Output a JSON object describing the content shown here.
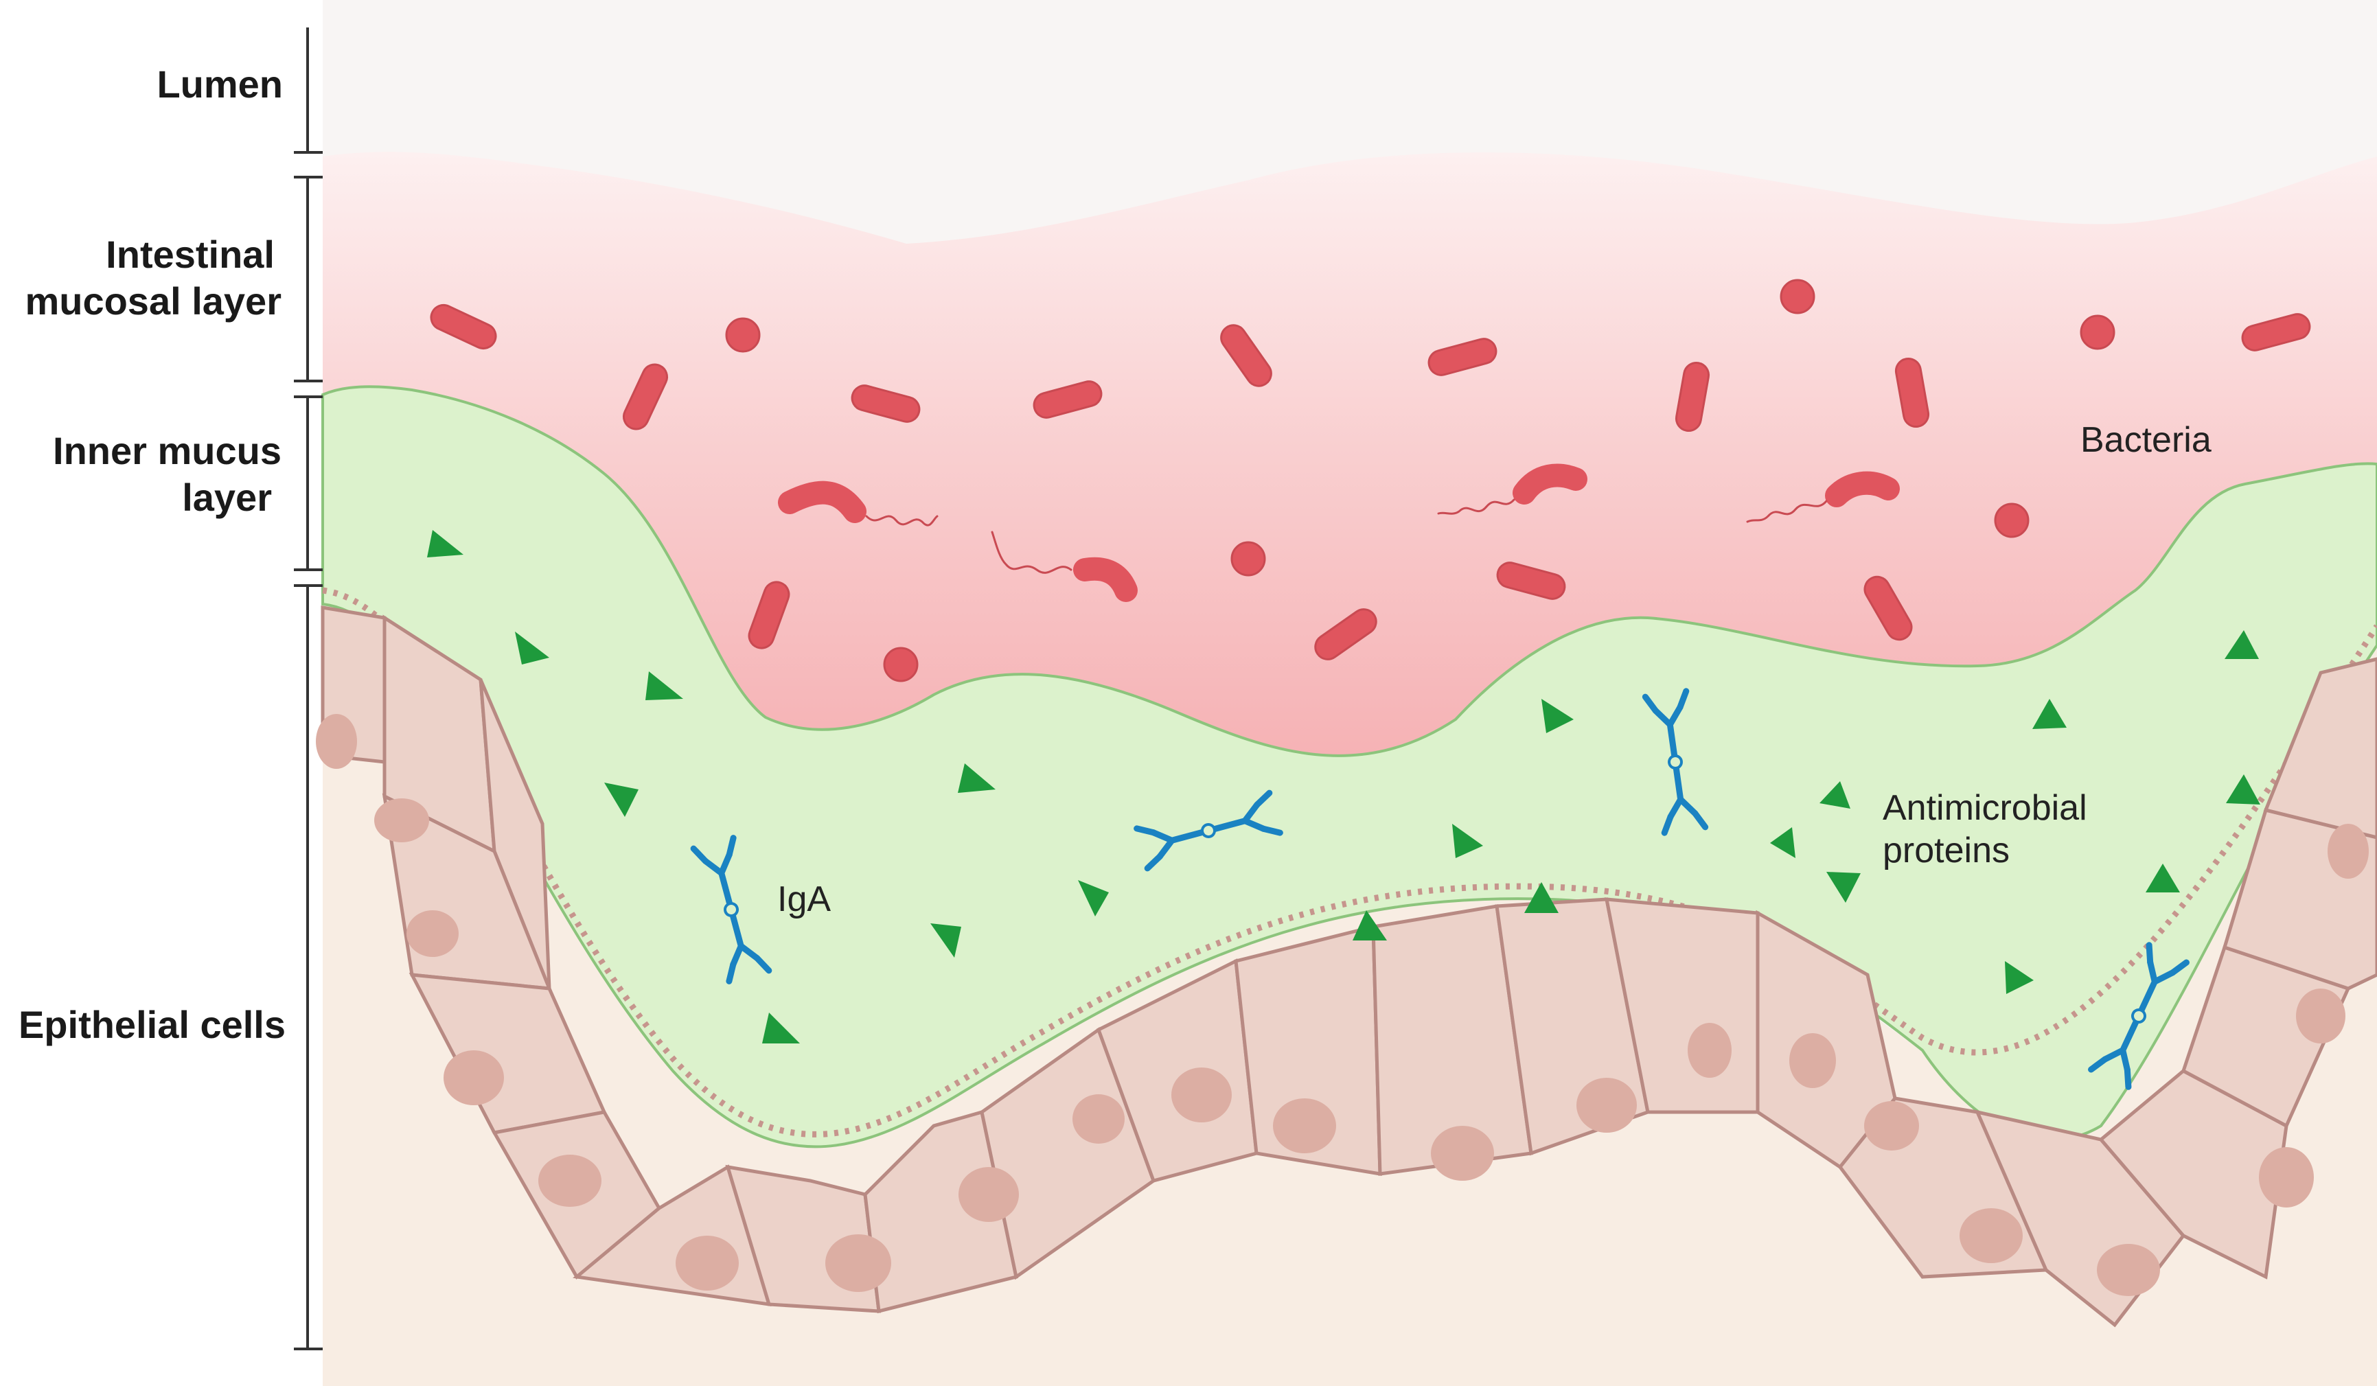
{
  "layers": {
    "lumen": "Lumen",
    "mucosal_1": "Intestinal",
    "mucosal_2": "mucosal layer",
    "inner_1": "Inner mucus",
    "inner_2": "layer",
    "epithelial": "Epithelial cells"
  },
  "annotations": {
    "bacteria": "Bacteria",
    "iga": "IgA",
    "amp_1": "Antimicrobial",
    "amp_2": "proteins"
  },
  "colors": {
    "lumen": "#f8f5f4",
    "mucosal_top": "#fbe6e6",
    "mucosal_bottom": "#f6b3b5",
    "inner_mucus": "#dcf2cc",
    "inner_mucus_edge": "#7fc070",
    "epithelium_bg": "#f8ede3",
    "cell_fill": "#ecd2c9",
    "cell_stroke": "#b88a83",
    "nucleus": "#dcaea3",
    "bacteria": "#e0555e",
    "amp": "#1e9a3c",
    "iga": "#1a82c2"
  },
  "icons": [
    "bacteria-rod-icon",
    "bacteria-coccus-icon",
    "flagellated-bacteria-icon",
    "antimicrobial-protein-icon",
    "iga-antibody-icon",
    "epithelial-cell-icon"
  ]
}
